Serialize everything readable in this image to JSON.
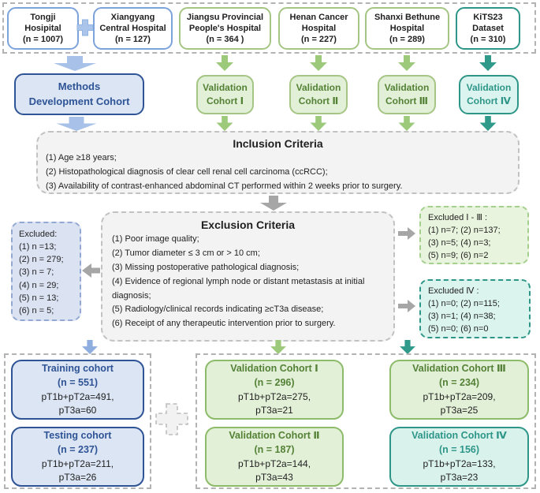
{
  "colors": {
    "blue_border": "#7da3dc",
    "blue_fill": "#dbe5f4",
    "navy_accent": "#2f5496",
    "green_border": "#a5c585",
    "green_fill": "#e3f0d8",
    "green_text": "#538135",
    "teal_accent": "#2e9688",
    "teal_fill": "#dbf4ee",
    "grey_fill": "#f3f3f3",
    "grey_dash": "#c2c2c2",
    "grey_arrow": "#a6a6a6",
    "blue_arrow": "#a7c1e8",
    "green_arrow": "#9cc97a"
  },
  "top_row": {
    "boxes": [
      {
        "label": "Tongji\nHosipital\n(n = 1007)"
      },
      {
        "label": "Xiangyang\nCentral Hospital\n(n = 127)"
      },
      {
        "label": "Jiangsu Provincial\nPeople's Hospital\n(n = 364 )"
      },
      {
        "label": "Henan Cancer\nHospital\n(n = 227)"
      },
      {
        "label": "Shanxi Bethune\nHospital\n(n = 289)"
      },
      {
        "label": "KiTS23\nDataset\n(n = 310)"
      }
    ]
  },
  "cohort_row": {
    "methods": "Methods\nDevelopment Cohort",
    "validation1": "Validation\nCohort Ⅰ",
    "validation2": "Validation\nCohort Ⅱ",
    "validation3": "Validation\nCohort Ⅲ",
    "validation4": "Validation\nCohort Ⅳ"
  },
  "inclusion": {
    "title": "Inclusion Criteria",
    "items": [
      "(1) Age ≥18 years;",
      "(2) Histopathological diagnosis of clear cell renal cell carcinoma (ccRCC);",
      "(3) Availability of contrast-enhanced abdominal CT performed within 2 weeks prior to surgery."
    ]
  },
  "exclusion": {
    "title": "Exclusion Criteria",
    "items": [
      "(1) Poor image quality;",
      "(2) Tumor diameter ≤ 3 cm or > 10 cm;",
      "(3) Missing postoperative pathological diagnosis;",
      "(4) Evidence of regional lymph node or distant metastasis at initial diagnosis;",
      "(5) Radiology/clinical records indicating ≥cT3a disease;",
      "(6) Receipt of any therapeutic intervention prior to surgery."
    ]
  },
  "excluded_left": {
    "title": "Excluded:",
    "items": [
      "(1) n =13;",
      "(2) n = 279;",
      "(3) n = 7;",
      "(4) n = 29;",
      "(5) n = 13;",
      "(6) n = 5;"
    ]
  },
  "excluded_i_iii": {
    "title": "Excluded Ⅰ - Ⅲ :",
    "lines": [
      "(1) n=7; (2) n=137;",
      "(3) n=5; (4) n=3;",
      "(5) n=9; (6) n=2"
    ]
  },
  "excluded_iv": {
    "title": "Excluded Ⅳ :",
    "lines": [
      "(1) n=0; (2) n=115;",
      "(3) n=1; (4) n=38;",
      "(5) n=0; (6) n=0"
    ]
  },
  "bottom": {
    "training": {
      "title": "Training cohort",
      "n": "(n = 551)",
      "line1": "pT1b+pT2a=491,",
      "line2": "pT3a=60"
    },
    "testing": {
      "title": "Testing cohort",
      "n": "(n = 237)",
      "line1": "pT1b+pT2a=211,",
      "line2": "pT3a=26"
    },
    "val1": {
      "title": "Validation Cohort Ⅰ",
      "n": "(n = 296)",
      "line1": "pT1b+pT2a=275,",
      "line2": "pT3a=21"
    },
    "val2": {
      "title": "Validation Cohort Ⅱ",
      "n": "(n = 187)",
      "line1": "pT1b+pT2a=144,",
      "line2": "pT3a=43"
    },
    "val3": {
      "title": "Validation Cohort Ⅲ",
      "n": "(n = 234)",
      "line1": "pT1b+pT2a=209,",
      "line2": "pT3a=25"
    },
    "val4": {
      "title": "Validation Cohort Ⅳ",
      "n": "(n = 156)",
      "line1": "pT1b+pT2a=133,",
      "line2": "pT3a=23"
    }
  }
}
